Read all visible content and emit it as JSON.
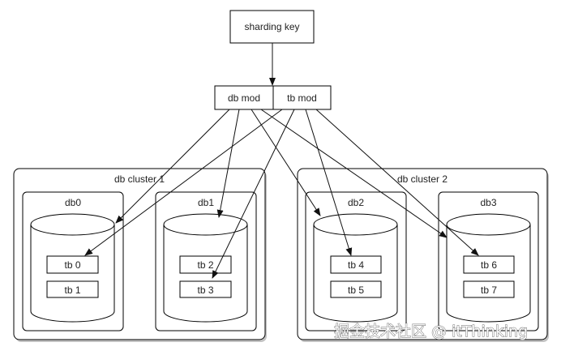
{
  "diagram": {
    "sharding_key": "sharding key",
    "db_mod": "db mod",
    "tb_mod": "tb mod",
    "clusters": [
      {
        "label": "db cluster 1",
        "databases": [
          {
            "label": "db0",
            "tables": [
              "tb 0",
              "tb 1"
            ]
          },
          {
            "label": "db1",
            "tables": [
              "tb 2",
              "tb 3"
            ]
          }
        ]
      },
      {
        "label": "db cluster 2",
        "databases": [
          {
            "label": "db2",
            "tables": [
              "tb 4",
              "tb 5"
            ]
          },
          {
            "label": "db3",
            "tables": [
              "tb 6",
              "tb 7"
            ]
          }
        ]
      }
    ],
    "edges": [
      {
        "from": "sharding key",
        "to": "db mod/tb mod"
      },
      {
        "from": "db mod",
        "to": "db0"
      },
      {
        "from": "db mod",
        "to": "db1"
      },
      {
        "from": "db mod",
        "to": "db2"
      },
      {
        "from": "db mod",
        "to": "db3"
      },
      {
        "from": "tb mod",
        "to": "tb 0"
      },
      {
        "from": "tb mod",
        "to": "tb 3"
      },
      {
        "from": "tb mod",
        "to": "tb 4"
      },
      {
        "from": "tb mod",
        "to": "tb 6"
      }
    ],
    "watermark": "掘金技术社区 @ itThinking"
  }
}
